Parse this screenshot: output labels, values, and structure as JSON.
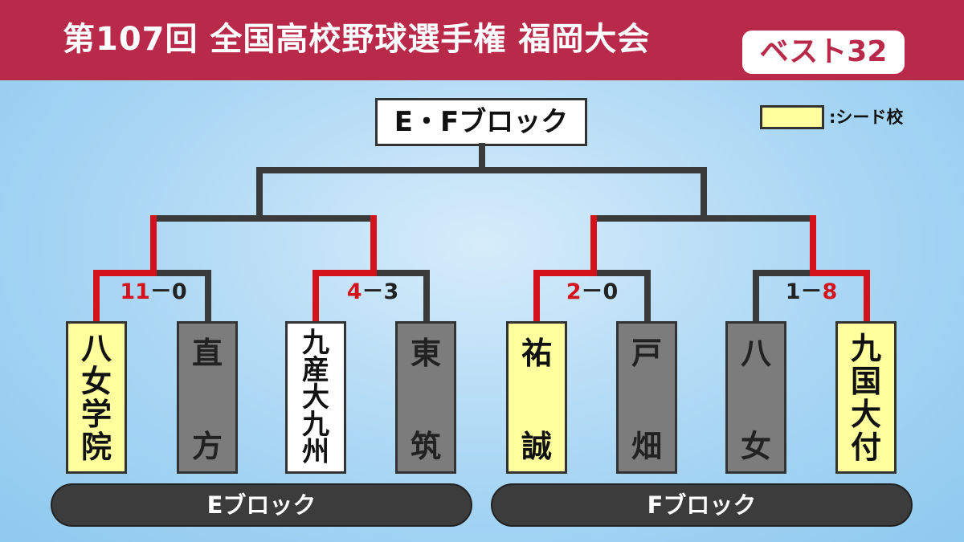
{
  "header": {
    "title": "第107回 全国高校野球選手権 福岡大会",
    "badge": "ベスト32"
  },
  "block_title": "E・Fブロック",
  "legend": {
    "label": ":シード校",
    "seed_color": "#ffff9e"
  },
  "colors": {
    "header": "#b8294a",
    "winner_line": "#d4121c",
    "loser_line": "#3a3a3a",
    "loser_box": "#7c7c7c"
  },
  "matches": [
    {
      "score_a": "11",
      "dash": "－",
      "score_b": "0",
      "winner": "a",
      "team_a": {
        "name": [
          "八",
          "女",
          "学",
          "院"
        ],
        "seed": true
      },
      "team_b": {
        "name": [
          "直",
          "方"
        ],
        "seed": false
      }
    },
    {
      "score_a": "4",
      "dash": "－",
      "score_b": "3",
      "winner": "a",
      "team_a": {
        "name": [
          "九",
          "産",
          "大",
          "九",
          "州"
        ],
        "seed": false
      },
      "team_b": {
        "name": [
          "東",
          "筑"
        ],
        "seed": false
      }
    },
    {
      "score_a": "2",
      "dash": "－",
      "score_b": "0",
      "winner": "a",
      "team_a": {
        "name": [
          "祐",
          "誠"
        ],
        "seed": true
      },
      "team_b": {
        "name": [
          "戸",
          "畑"
        ],
        "seed": false
      }
    },
    {
      "score_a": "1",
      "dash": "－",
      "score_b": "8",
      "winner": "b",
      "team_a": {
        "name": [
          "八",
          "女"
        ],
        "seed": false
      },
      "team_b": {
        "name": [
          "九",
          "国",
          "大",
          "付"
        ],
        "seed": true
      }
    }
  ],
  "blocks": {
    "e": "Eブロック",
    "f": "Fブロック"
  }
}
